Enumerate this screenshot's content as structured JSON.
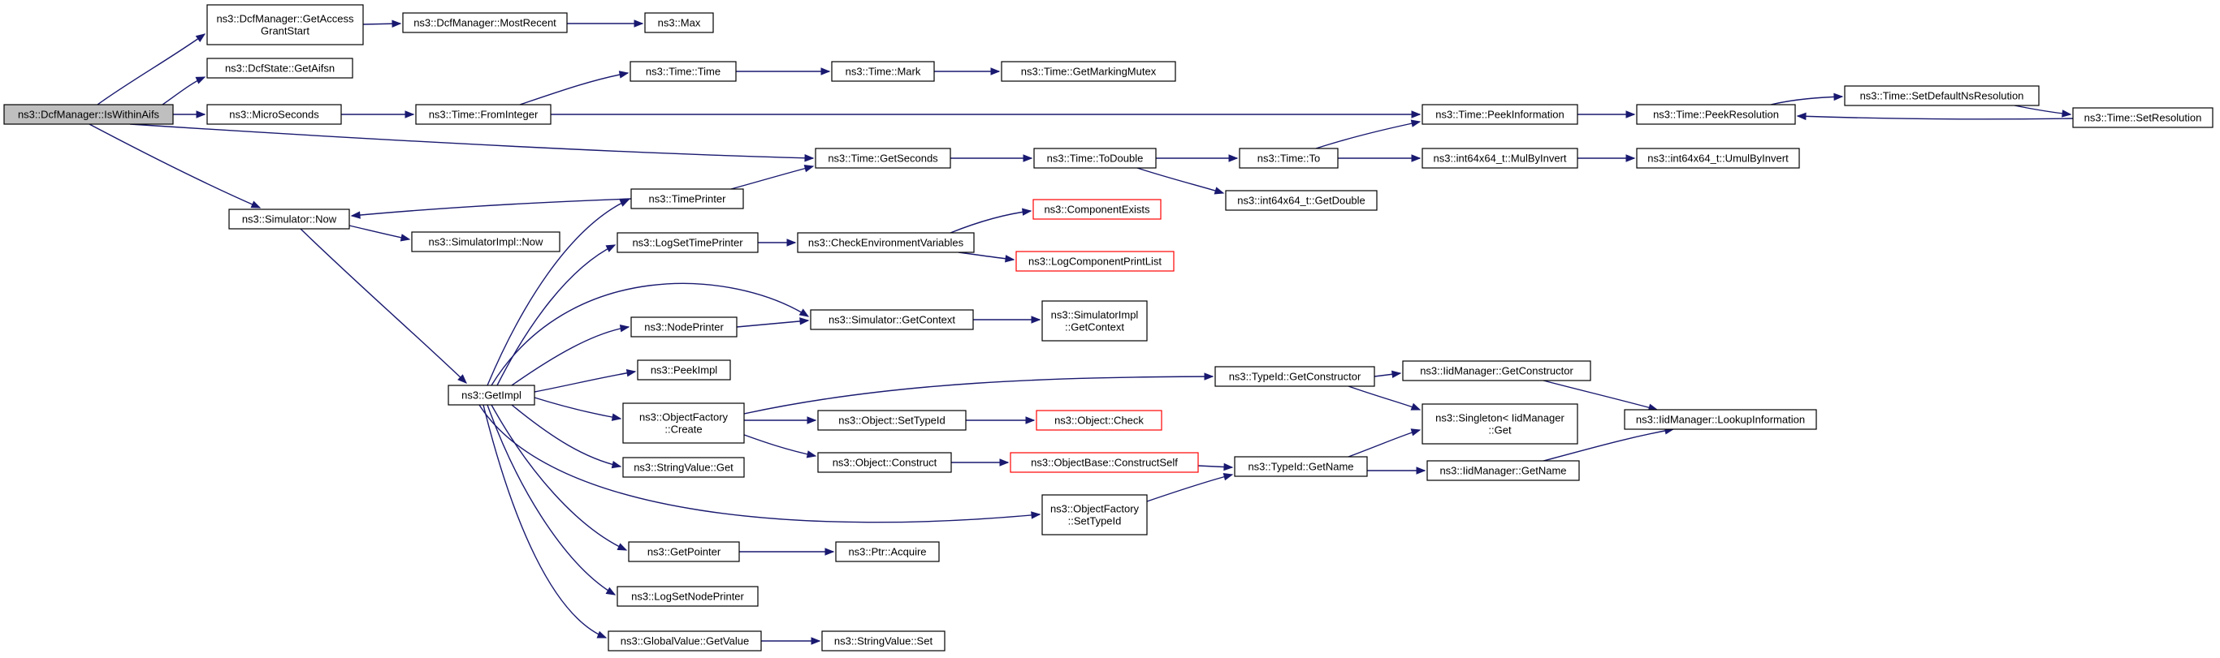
{
  "graph": {
    "nodes": [
      {
        "id": "root",
        "lines": [
          "ns3::DcfManager::IsWithinAifs"
        ],
        "style": "root"
      },
      {
        "id": "gas",
        "lines": [
          "ns3::DcfManager::GetAccess",
          "GrantStart"
        ],
        "style": "normal"
      },
      {
        "id": "mr",
        "lines": [
          "ns3::DcfManager::MostRecent"
        ],
        "style": "normal"
      },
      {
        "id": "max",
        "lines": [
          "ns3::Max"
        ],
        "style": "normal"
      },
      {
        "id": "aifsn",
        "lines": [
          "ns3::DcfState::GetAifsn"
        ],
        "style": "normal"
      },
      {
        "id": "micro",
        "lines": [
          "ns3::MicroSeconds"
        ],
        "style": "normal"
      },
      {
        "id": "fromint",
        "lines": [
          "ns3::Time::FromInteger"
        ],
        "style": "normal"
      },
      {
        "id": "ttime",
        "lines": [
          "ns3::Time::Time"
        ],
        "style": "normal"
      },
      {
        "id": "mark",
        "lines": [
          "ns3::Time::Mark"
        ],
        "style": "normal"
      },
      {
        "id": "gmm",
        "lines": [
          "ns3::Time::GetMarkingMutex"
        ],
        "style": "normal"
      },
      {
        "id": "peekinfo",
        "lines": [
          "ns3::Time::PeekInformation"
        ],
        "style": "normal"
      },
      {
        "id": "peekres",
        "lines": [
          "ns3::Time::PeekResolution"
        ],
        "style": "normal"
      },
      {
        "id": "setdef",
        "lines": [
          "ns3::Time::SetDefaultNsResolution"
        ],
        "style": "normal"
      },
      {
        "id": "setres",
        "lines": [
          "ns3::Time::SetResolution"
        ],
        "style": "normal"
      },
      {
        "id": "getsec",
        "lines": [
          "ns3::Time::GetSeconds"
        ],
        "style": "normal"
      },
      {
        "id": "todouble",
        "lines": [
          "ns3::Time::ToDouble"
        ],
        "style": "normal"
      },
      {
        "id": "to",
        "lines": [
          "ns3::Time::To"
        ],
        "style": "normal"
      },
      {
        "id": "mulbyinv",
        "lines": [
          "ns3::int64x64_t::MulByInvert"
        ],
        "style": "normal"
      },
      {
        "id": "umul",
        "lines": [
          "ns3::int64x64_t::UmulByInvert"
        ],
        "style": "normal"
      },
      {
        "id": "getdouble",
        "lines": [
          "ns3::int64x64_t::GetDouble"
        ],
        "style": "normal"
      },
      {
        "id": "timeprinter",
        "lines": [
          "ns3::TimePrinter"
        ],
        "style": "normal"
      },
      {
        "id": "simnow",
        "lines": [
          "ns3::Simulator::Now"
        ],
        "style": "normal"
      },
      {
        "id": "simimplnow",
        "lines": [
          "ns3::SimulatorImpl::Now"
        ],
        "style": "normal"
      },
      {
        "id": "logsettp",
        "lines": [
          "ns3::LogSetTimePrinter"
        ],
        "style": "normal"
      },
      {
        "id": "checkenv",
        "lines": [
          "ns3::CheckEnvironmentVariables"
        ],
        "style": "normal"
      },
      {
        "id": "compexists",
        "lines": [
          "ns3::ComponentExists"
        ],
        "style": "trunc"
      },
      {
        "id": "logcpl",
        "lines": [
          "ns3::LogComponentPrintList"
        ],
        "style": "trunc"
      },
      {
        "id": "nodeprinter",
        "lines": [
          "ns3::NodePrinter"
        ],
        "style": "normal"
      },
      {
        "id": "simgetctx",
        "lines": [
          "ns3::Simulator::GetContext"
        ],
        "style": "normal"
      },
      {
        "id": "simimplctx",
        "lines": [
          "ns3::SimulatorImpl",
          "::GetContext"
        ],
        "style": "normal"
      },
      {
        "id": "peekimpl",
        "lines": [
          "ns3::PeekImpl"
        ],
        "style": "normal"
      },
      {
        "id": "getimpl",
        "lines": [
          "ns3::GetImpl"
        ],
        "style": "normal"
      },
      {
        "id": "ofcreate",
        "lines": [
          "ns3::ObjectFactory",
          "::Create"
        ],
        "style": "normal"
      },
      {
        "id": "typegetctor",
        "lines": [
          "ns3::TypeId::GetConstructor"
        ],
        "style": "normal"
      },
      {
        "id": "iidgetctor",
        "lines": [
          "ns3::IidManager::GetConstructor"
        ],
        "style": "normal"
      },
      {
        "id": "singleton",
        "lines": [
          "ns3::Singleton< IidManager",
          "::Get"
        ],
        "style": "normal"
      },
      {
        "id": "lookup",
        "lines": [
          "ns3::IidManager::LookupInformation"
        ],
        "style": "normal"
      },
      {
        "id": "objsettype",
        "lines": [
          "ns3::Object::SetTypeId"
        ],
        "style": "normal"
      },
      {
        "id": "objcheck",
        "lines": [
          "ns3::Object::Check"
        ],
        "style": "trunc"
      },
      {
        "id": "objconstruct",
        "lines": [
          "ns3::Object::Construct"
        ],
        "style": "normal"
      },
      {
        "id": "constructself",
        "lines": [
          "ns3::ObjectBase::ConstructSelf"
        ],
        "style": "trunc"
      },
      {
        "id": "typegetname",
        "lines": [
          "ns3::TypeId::GetName"
        ],
        "style": "normal"
      },
      {
        "id": "iidgetname",
        "lines": [
          "ns3::IidManager::GetName"
        ],
        "style": "normal"
      },
      {
        "id": "strget",
        "lines": [
          "ns3::StringValue::Get"
        ],
        "style": "normal"
      },
      {
        "id": "ofsettype",
        "lines": [
          "ns3::ObjectFactory",
          "::SetTypeId"
        ],
        "style": "normal"
      },
      {
        "id": "getpointer",
        "lines": [
          "ns3::GetPointer"
        ],
        "style": "normal"
      },
      {
        "id": "ptracquire",
        "lines": [
          "ns3::Ptr::Acquire"
        ],
        "style": "normal"
      },
      {
        "id": "logsetnp",
        "lines": [
          "ns3::LogSetNodePrinter"
        ],
        "style": "normal"
      },
      {
        "id": "gvgetvalue",
        "lines": [
          "ns3::GlobalValue::GetValue"
        ],
        "style": "normal"
      },
      {
        "id": "strset",
        "lines": [
          "ns3::StringValue::Set"
        ],
        "style": "normal"
      }
    ]
  }
}
